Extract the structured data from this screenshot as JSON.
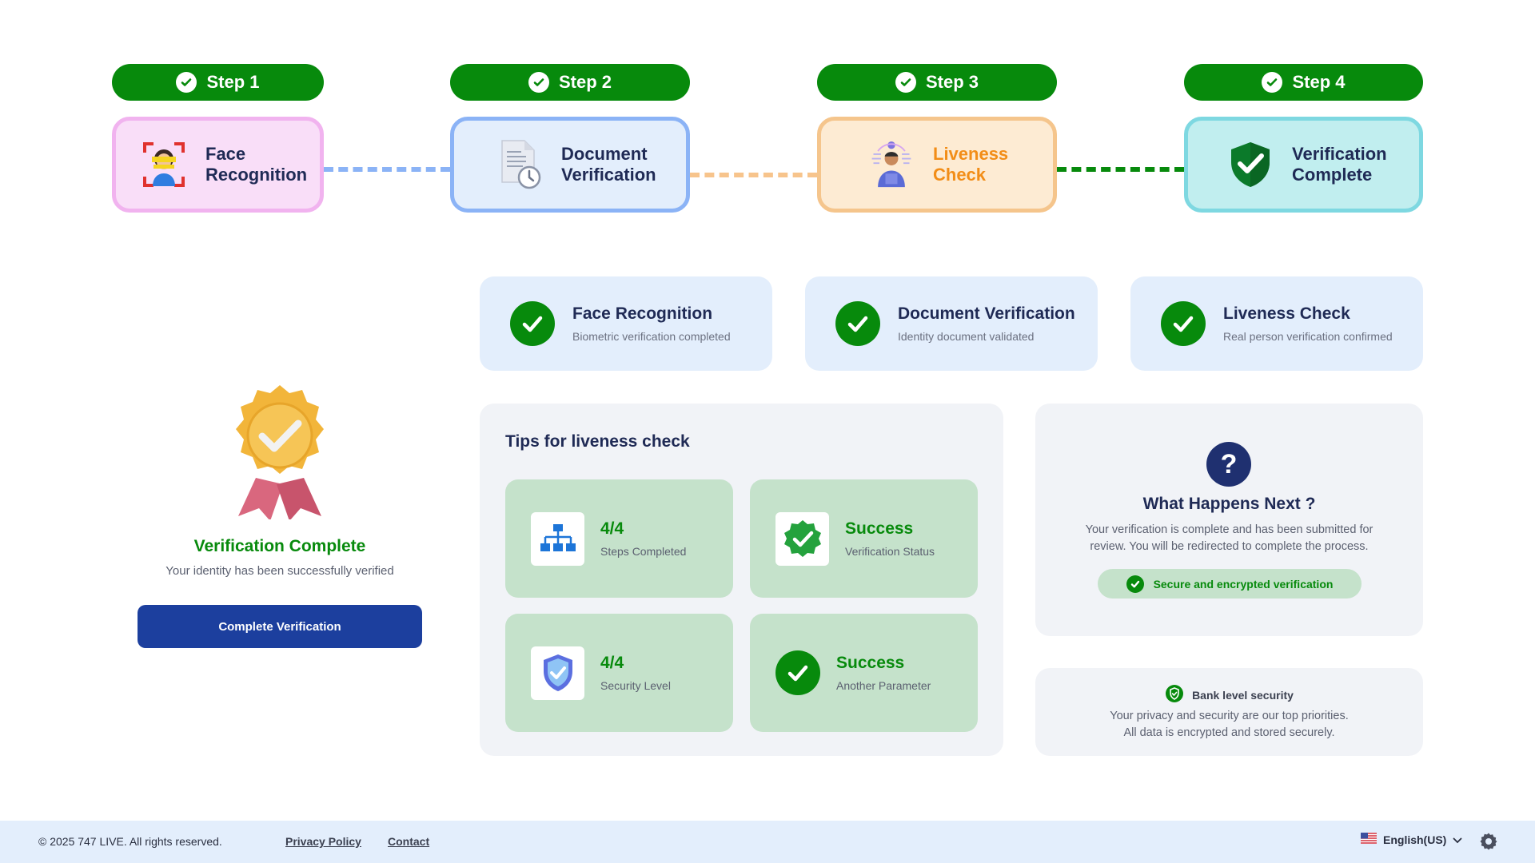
{
  "stepper": {
    "steps": [
      {
        "pill": "Step 1",
        "label": "Face\nRecognition",
        "icon": "face-scan-icon",
        "bg": "#f9def8",
        "border": "#f1b3ef",
        "text": "#1f2a55"
      },
      {
        "pill": "Step 2",
        "label": "Document\nVerification",
        "icon": "document-clock-icon",
        "bg": "#e3eefc",
        "border": "#8bb3f6",
        "text": "#1f2a55"
      },
      {
        "pill": "Step 3",
        "label": "Liveness\nCheck",
        "icon": "liveness-person-icon",
        "bg": "#fdebd3",
        "border": "#f5c58c",
        "text": "#f28d17"
      },
      {
        "pill": "Step 4",
        "label": "Verification\nComplete",
        "icon": "shield-check-icon",
        "bg": "#c1eeef",
        "border": "#7ed8e1",
        "text": "#1f2a55"
      }
    ],
    "connector_colors": [
      "#8bb3f6",
      "#f7c48c",
      "#078a0c"
    ]
  },
  "status_cards": [
    {
      "title": "Face Recognition",
      "subtitle": "Biometric verification completed"
    },
    {
      "title": "Document Verification",
      "subtitle": "Identity document validated"
    },
    {
      "title": "Liveness Check",
      "subtitle": "Real person verification confirmed"
    }
  ],
  "completion": {
    "badge_icon": "medal-check-icon",
    "title": "Verification Complete",
    "subtitle": "Your identity has been successfully verified",
    "button_label": "Complete Verification"
  },
  "tips": {
    "title": "Tips for liveness check",
    "cards": [
      {
        "value": "4/4",
        "label": "Steps Completed",
        "icon": "hierarchy-icon"
      },
      {
        "value": "Success",
        "label": "Verification Status",
        "icon": "verified-badge-icon"
      },
      {
        "value": "4/4",
        "label": "Security Level",
        "icon": "shield-icon"
      },
      {
        "value": "Success",
        "label": "Another Parameter",
        "icon": "check-circle-icon"
      }
    ]
  },
  "next": {
    "icon": "question-icon",
    "title": "What Happens Next ?",
    "text": "Your verification is complete and has been submitted for review. You will be redirected to complete the process.",
    "pill": "Secure and encrypted verification"
  },
  "bank": {
    "title": "Bank level security",
    "line1": "Your privacy and security are our top priorities.",
    "line2": "All data is encrypted and stored securely."
  },
  "footer": {
    "copyright": "© 2025 747 LIVE. All rights reserved.",
    "privacy": "Privacy Policy",
    "contact": "Contact",
    "language": "English(US)"
  },
  "colors": {
    "accent_green": "#078a0c",
    "navy": "#1f2a55",
    "primary_button": "#1c3f9e"
  }
}
